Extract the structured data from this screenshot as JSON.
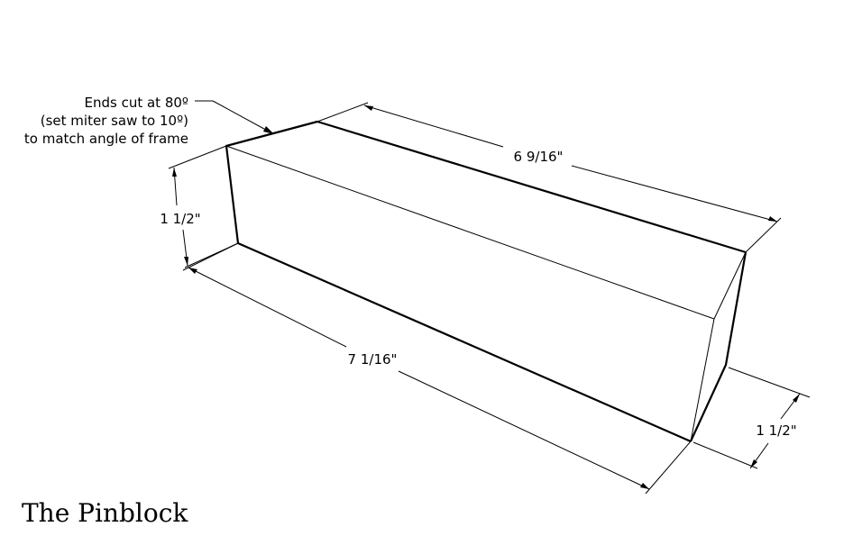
{
  "diagram": {
    "caption": "The Pinblock",
    "note_lines": [
      "Ends cut at 80º",
      "(set miter saw to 10º)",
      "to match angle of frame"
    ],
    "dimensions": {
      "top_length": "6 9/16\"",
      "bottom_length": "7 1/16\"",
      "left_height": "1 1/2\"",
      "right_height": "1 1/2\""
    }
  }
}
